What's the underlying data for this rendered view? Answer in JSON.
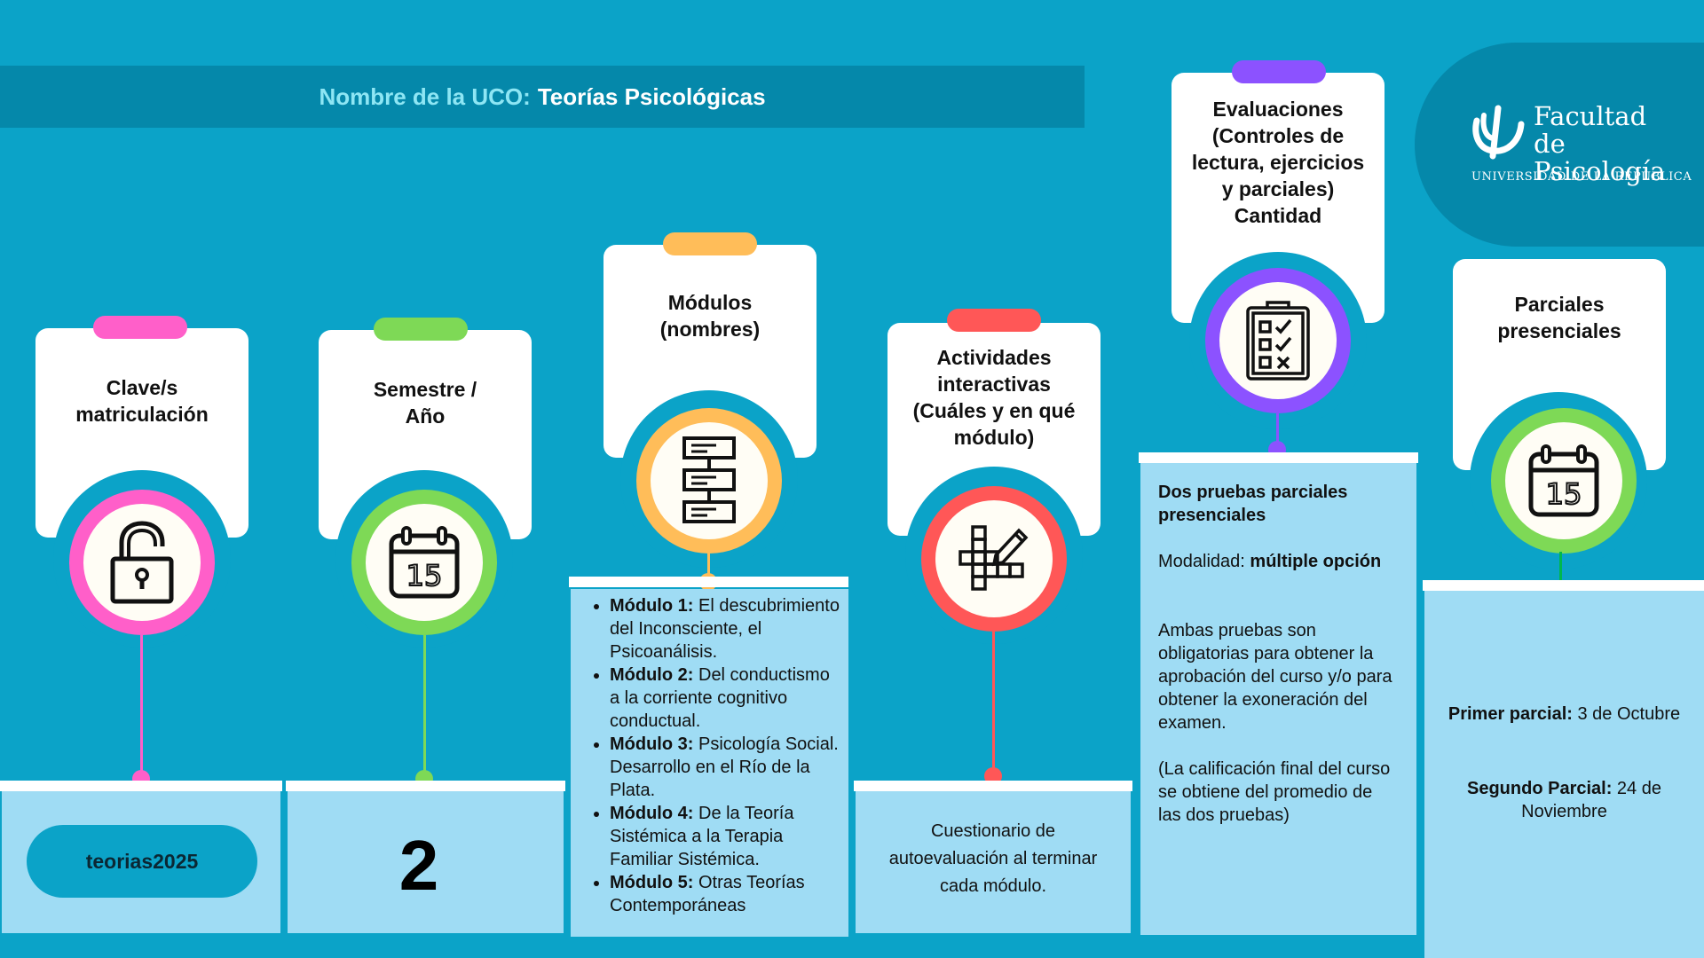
{
  "header": {
    "label": "Nombre de la UCO:",
    "value": "Teorías Psicológicas"
  },
  "logo": {
    "line1": "Facultad de",
    "line2": "Psicología",
    "university": "UNIVERSIDAD DE LA REPÚBLICA"
  },
  "colors": {
    "background": "#0ba3c8",
    "clave": "#ff5fc9",
    "semestre": "#7ed956",
    "modulos": "#ffbd59",
    "actividades": "#ff5757",
    "evaluaciones": "#8c52ff",
    "parciales": "#7ed956"
  },
  "columns": {
    "clave": {
      "title_line1": "Clave/s",
      "title_line2": "matriculación",
      "icon": "unlock-icon",
      "value": "teorias2025"
    },
    "semestre": {
      "title_line1": "Semestre /",
      "title_line2": "Año",
      "icon": "calendar-icon",
      "calendar_number": "15",
      "value": "2"
    },
    "modulos": {
      "title_line1": "Módulos",
      "title_line2": "(nombres)",
      "icon": "flowchart-icon",
      "items": [
        {
          "label": "Módulo 1:",
          "text": " El descubrimiento del Inconsciente, el Psicoanálisis."
        },
        {
          "label": "Módulo 2:",
          "text": " Del conductismo a la corriente cognitivo conductual."
        },
        {
          "label": "Módulo 3:",
          "text": " Psicología Social. Desarrollo en el Río de la Plata."
        },
        {
          "label": "Módulo 4:",
          "text": " De la Teoría Sistémica a la Terapia Familiar Sistémica."
        },
        {
          "label": "Módulo 5:",
          "text": " Otras Teorías Contemporáneas"
        }
      ]
    },
    "actividades": {
      "title_line1": "Actividades",
      "title_line2": "interactivas",
      "title_line3": "(Cuáles y en qué",
      "title_line4": "módulo)",
      "icon": "crossword-pencil-icon",
      "text": "Cuestionario de autoevaluación al terminar cada módulo."
    },
    "evaluaciones": {
      "title_line1": "Evaluaciones",
      "title_line2": "(Controles de",
      "title_line3": "lectura, ejercicios",
      "title_line4": "y parciales)",
      "title_line5": "Cantidad",
      "icon": "checklist-clipboard-icon",
      "heading": "Dos pruebas parciales presenciales",
      "modalidad_label": "Modalidad: ",
      "modalidad_value": "múltiple opción",
      "para1": "Ambas pruebas son obligatorias para obtener la aprobación del curso y/o para obtener la exoneración del examen.",
      "para2": "(La calificación final del curso se obtiene del promedio de las dos pruebas)"
    },
    "parciales": {
      "title_line1": "Parciales",
      "title_line2": "presenciales",
      "icon": "calendar-icon",
      "calendar_number": "15",
      "primer_label": "Primer parcial:",
      "primer_value": " 3 de Octubre",
      "segundo_label": "Segundo Parcial:",
      "segundo_value": " 24 de Noviembre"
    }
  }
}
